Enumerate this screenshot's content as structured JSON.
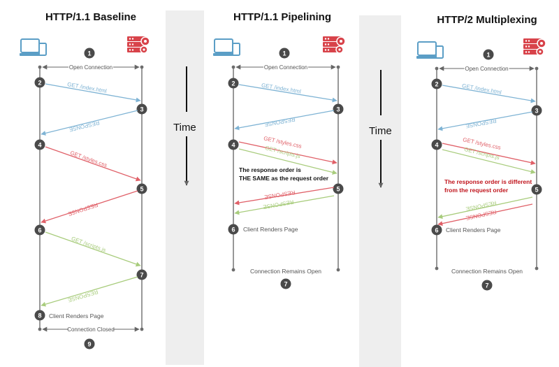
{
  "colors": {
    "blue": "#7eb3d4",
    "red": "#e06068",
    "green": "#a8cc7c",
    "grey": "#666666",
    "strip": "#eeeeee",
    "badge": "#4a4a4a",
    "client_icon": "#5b9ec6",
    "server_icon": "#d8434a",
    "note_red": "#c0141c",
    "note_black": "#111111"
  },
  "icons": {
    "client": "laptop-phone-icon",
    "server": "server-gear-icon"
  },
  "time_label": "Time",
  "panels": [
    {
      "title": "HTTP/1.1 Baseline",
      "labels": {
        "open": "Open Connection",
        "m1": "GET /index.html",
        "m2": "RESPONSE",
        "m3": "GET /styles.css",
        "m4": "RESPONSE",
        "m5": "GET /scripts.js",
        "m6": "RESPONSE",
        "render": "Client Renders Page",
        "close": "Connection Closed"
      }
    },
    {
      "title": "HTTP/1.1 Pipelining",
      "labels": {
        "open": "Open Connection",
        "m1": "GET /index.html",
        "m2": "RESPONSE",
        "m3": "GET /styles.css",
        "m4": "GET /scripts.js",
        "m5": "RESPONSE",
        "m6": "RESPONSE",
        "render": "Client Renders Page",
        "close": "Connection Remains Open",
        "note1": "The response order is",
        "note2": "THE SAME as the request order"
      }
    },
    {
      "title": "HTTP/2 Multiplexing",
      "labels": {
        "open": "Open Connection",
        "m1": "GET /index.html",
        "m2": "RESPONSE",
        "m3": "GET /styles.css",
        "m4": "GET /scripts.js",
        "m5": "RESPONSE",
        "m6": "RESPONSE",
        "render": "Client Renders Page",
        "close": "Connection Remains Open",
        "note1": "The response order is different",
        "note2": "from the request order"
      }
    }
  ],
  "steps": {
    "baseline": [
      "1",
      "2",
      "3",
      "4",
      "5",
      "6",
      "7",
      "8",
      "9"
    ],
    "pipelining": [
      "1",
      "2",
      "3",
      "4",
      "5",
      "6",
      "7"
    ],
    "multiplexing": [
      "1",
      "2",
      "3",
      "4",
      "5",
      "6",
      "7"
    ]
  }
}
